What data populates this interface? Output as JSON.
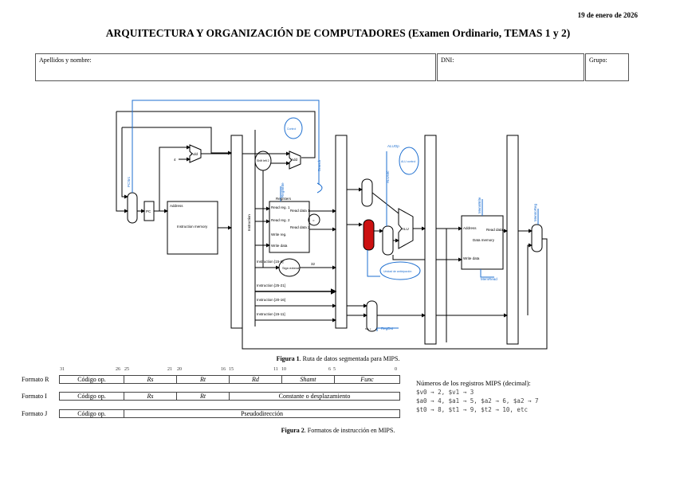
{
  "header": {
    "date": "19 de enero de 2026",
    "title": "ARQUITECTURA Y ORGANIZACIÓN DE COMPUTADORES (Examen Ordinario, TEMAS 1 y 2)"
  },
  "id_fields": {
    "name_label": "Apellidos y nombre:",
    "dni_label": "DNI:",
    "group_label": "Grupo:"
  },
  "figure1": {
    "caption_bold": "Figura 1",
    "caption_text": ". Ruta de datos segmentada para MIPS.",
    "labels": {
      "add1": "Add",
      "four": "4",
      "add2": "Add",
      "shift": "Shift left 2",
      "pc": "PC",
      "pcsrc": "PCSrc",
      "mux": "M u x",
      "address": "Address",
      "instr_mem": "Instruction memory",
      "instruction": "Instruction",
      "registers": "Registers",
      "read_reg1": "Read reg. 1",
      "read_reg2": "Read reg. 2",
      "write_reg": "Write reg.",
      "write_data": "Write data",
      "read_data1": "Read data 1",
      "read_data2": "Read data 2",
      "eq": "=",
      "regwrite": "RegWrite",
      "branch": "Branch",
      "control": "Control",
      "sign_extend": "Sign extend",
      "i15_0": "Instruction [15-0]",
      "i25_21": "Instruction [25-21]",
      "i20_16": "Instruction [20-16]",
      "i15_11": "Instruction [15-11]",
      "b32": "32",
      "alu": "ALU",
      "alusrc": "ALUSrc",
      "aluop": "ALUOp",
      "alu_control": "ALU control",
      "forwarding": "Unidad de anticipación",
      "regdst": "RegDst",
      "dm_address": "Address",
      "dm_read": "Read data",
      "dm_write": "Write data",
      "data_memory": "Data memory",
      "memwrite": "MemWrite",
      "memread": "MemRead",
      "memtoreg": "MemtoReg"
    }
  },
  "figure2": {
    "caption_bold": "Figura 2",
    "caption_text": ". Formatos de instrucción en MIPS.",
    "bit_numbers": [
      "31",
      "26",
      "25",
      "21",
      "20",
      "16",
      "15",
      "11",
      "10",
      "6",
      "5",
      "0"
    ],
    "formats": [
      {
        "label": "Formato R",
        "fields": [
          "Código op.",
          "Rs",
          "Rt",
          "Rd",
          "Shamt",
          "Func"
        ]
      },
      {
        "label": "Formato I",
        "fields": [
          "Código op.",
          "Rs",
          "Rt",
          "Constante o desplazamiento"
        ]
      },
      {
        "label": "Formato J",
        "fields": [
          "Código op.",
          "Pseudodirección"
        ]
      }
    ]
  },
  "registers_note": {
    "title": "Números de los registros MIPS (decimal):",
    "lines": [
      "$v0 → 2, $v1 → 3",
      "$a0 → 4, $a1 → 5, $a2 → 6, $a2 → 7",
      "$t0 → 8, $t1 → 9, $t2 → 10, etc"
    ]
  },
  "colors": {
    "control": "#1e6fd0",
    "forward_mux": "#cc1111",
    "line": "#000000"
  }
}
